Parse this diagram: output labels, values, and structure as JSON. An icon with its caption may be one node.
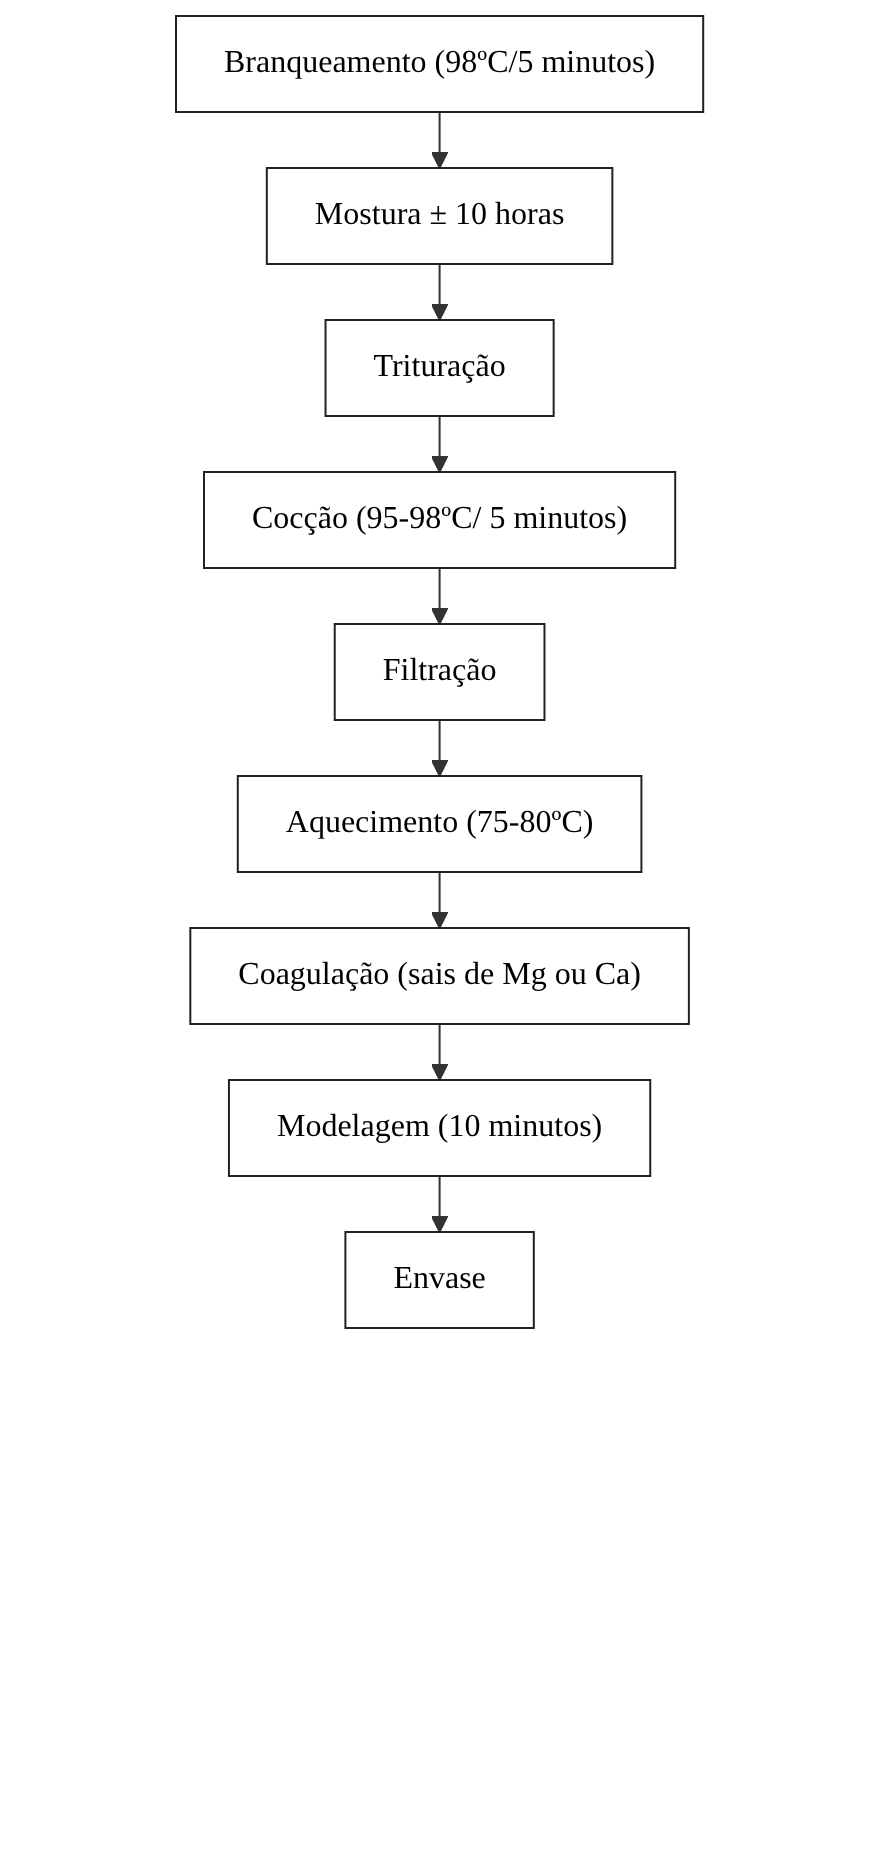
{
  "diagram": {
    "nodes": [
      {
        "text": [
          "Branqueamento (98ºC/5 minutos)"
        ]
      },
      {
        "text": [
          "Mostura ± 10 horas"
        ]
      },
      {
        "text": [
          "Trituração"
        ]
      },
      {
        "text": [
          "Cocção (95-98ºC/ 5 minutos)"
        ]
      },
      {
        "text": [
          "Filtração"
        ]
      },
      {
        "text": [
          "Aquecimento (75-80ºC)"
        ]
      },
      {
        "text": [
          "Coagulação (sais de Mg ou Ca)"
        ]
      },
      {
        "text": [
          "Modelagem (10 minutos)"
        ]
      },
      {
        "text": [
          "Envase"
        ]
      }
    ],
    "edges": [
      {
        "from": 0,
        "to": 1,
        "arrow": "to"
      },
      {
        "from": 1,
        "to": 2,
        "arrow": "to"
      },
      {
        "from": 2,
        "to": 3,
        "arrow": "to"
      },
      {
        "from": 3,
        "to": 4,
        "arrow": "to"
      },
      {
        "from": 4,
        "to": 5,
        "arrow": "to"
      },
      {
        "from": 5,
        "to": 6,
        "arrow": "to"
      },
      {
        "from": 6,
        "to": 7,
        "arrow": "to"
      },
      {
        "from": 7,
        "to": 8,
        "arrow": "to"
      }
    ]
  }
}
